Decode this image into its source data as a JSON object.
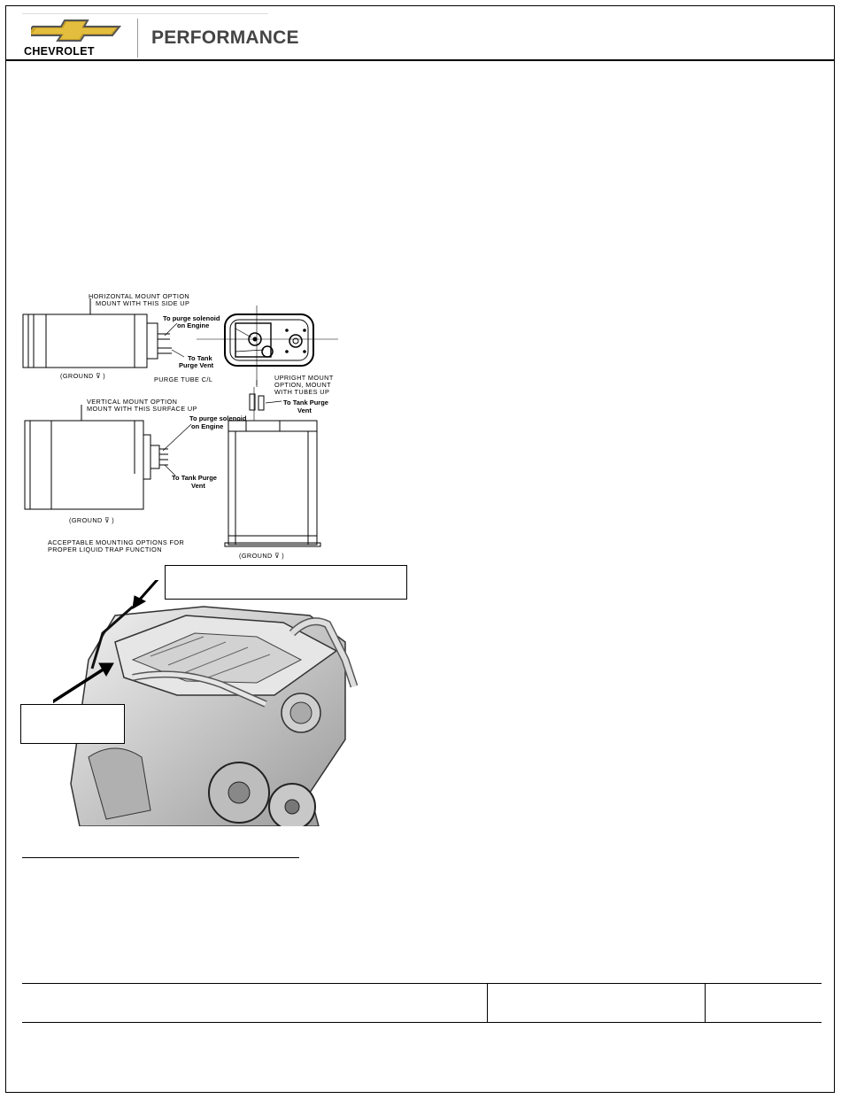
{
  "header": {
    "brand": "CHEVROLET",
    "product_line": "PERFORMANCE",
    "colors": {
      "bowtie_gold": "#c9a227",
      "bowtie_outline": "#555555",
      "text_gray": "#444444"
    }
  },
  "diagram": {
    "labels": {
      "horizontal_option_1": "HORIZONTAL MOUNT OPTION",
      "horizontal_option_2": "MOUNT WITH THIS SIDE UP",
      "to_purge_1": "To purge solenoid",
      "to_purge_2": "on Engine",
      "to_tank_1": "To Tank",
      "to_tank_2": "Purge Vent",
      "ground_1": "(GROUND ⊽ )",
      "purge_tube": "PURGE TUBE C/L",
      "upright_1": "UPRIGHT MOUNT",
      "upright_2": "OPTION, MOUNT",
      "upright_3": "WITH TUBES UP",
      "upright_tank_1": "To Tank Purge",
      "upright_tank_2": "Vent",
      "vertical_option_1": "VERTICAL MOUNT OPTION",
      "vertical_option_2": "MOUNT WITH THIS SURFACE UP",
      "vert_purge_1": "To purge solenoid",
      "vert_purge_2": "on Engine",
      "vert_tank_1": "To Tank Purge",
      "vert_tank_2": "Vent",
      "ground_2": "(GROUND ⊽ )",
      "ground_3": "(GROUND ⊽ )",
      "acceptable_1": "ACCEPTABLE MOUNTING OPTIONS FOR",
      "acceptable_2": "PROPER LIQUID TRAP FUNCTION"
    }
  }
}
